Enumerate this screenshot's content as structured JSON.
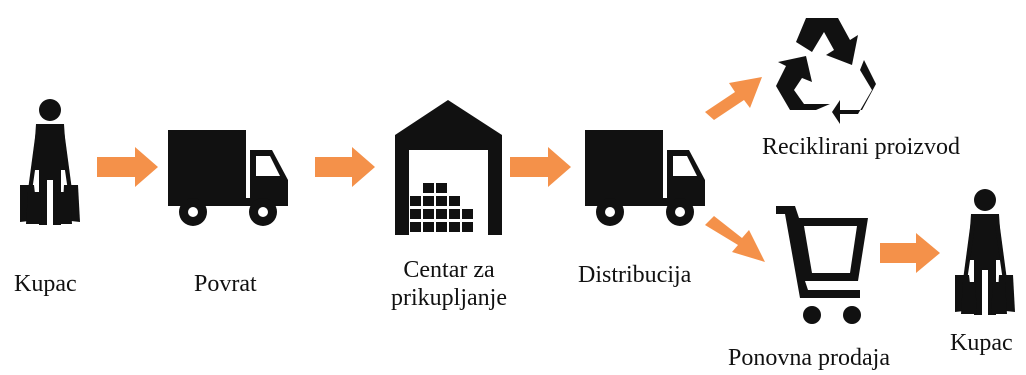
{
  "colors": {
    "arrow": "#F4914A",
    "icon": "#111111",
    "background": "#FFFFFF"
  },
  "nodes": [
    {
      "id": "customer",
      "icon": "shopper-icon",
      "label": "Kupac"
    },
    {
      "id": "return",
      "icon": "truck-icon",
      "label": "Povrat"
    },
    {
      "id": "collection",
      "icon": "warehouse-icon",
      "label_line1": "Centar za",
      "label_line2": "prikupljanje"
    },
    {
      "id": "distribution",
      "icon": "truck-icon",
      "label": "Distribucija"
    },
    {
      "id": "recycled",
      "icon": "recycle-icon",
      "label": "Reciklirani proizvod"
    },
    {
      "id": "resale",
      "icon": "shopping-cart-icon",
      "label": "Ponovna prodaja"
    },
    {
      "id": "customer-final",
      "icon": "shopper-icon",
      "label": "Kupac"
    }
  ],
  "edges": [
    {
      "from": "customer",
      "to": "return"
    },
    {
      "from": "return",
      "to": "collection"
    },
    {
      "from": "collection",
      "to": "distribution"
    },
    {
      "from": "distribution",
      "to": "recycled"
    },
    {
      "from": "distribution",
      "to": "resale"
    },
    {
      "from": "resale",
      "to": "customer-final"
    }
  ]
}
